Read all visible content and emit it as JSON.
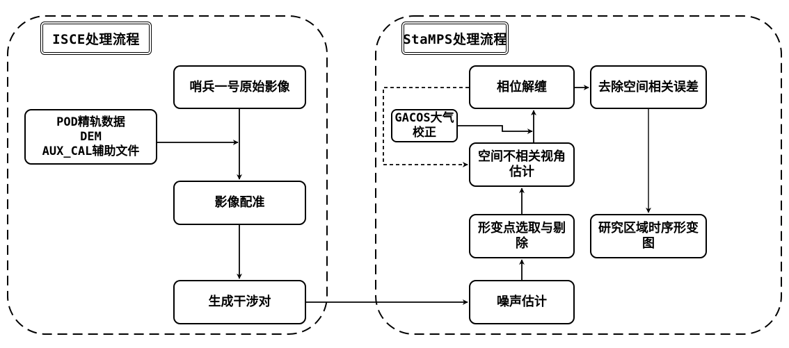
{
  "groups": [
    {
      "title": "ISCE处理流程"
    },
    {
      "title": "StaMPS处理流程"
    }
  ],
  "nodes": {
    "sentinel_raw": "哨兵一号原始影像",
    "aux_lines": [
      "POD精轨数据",
      "DEM",
      "AUX_CAL辅助文件"
    ],
    "coregistration": "影像配准",
    "interferograms": "生成干涉对",
    "noise_estimation": "噪声估计",
    "ps_selection": "形变点选取与剔除",
    "uncorrelated_look_angle": "空间不相关视角估计",
    "gacos": "GACOS大气校正",
    "phase_unwrapping": "相位解缠",
    "remove_correlated_error": "去除空间相关误差",
    "deformation_map": "研究区域时序形变图"
  },
  "edges": [
    {
      "from": "sentinel_raw",
      "to": "coregistration",
      "style": "solid"
    },
    {
      "from": "aux_lines",
      "to": "coregistration",
      "style": "solid"
    },
    {
      "from": "coregistration",
      "to": "interferograms",
      "style": "solid"
    },
    {
      "from": "interferograms",
      "to": "noise_estimation",
      "style": "solid"
    },
    {
      "from": "noise_estimation",
      "to": "ps_selection",
      "style": "solid"
    },
    {
      "from": "ps_selection",
      "to": "uncorrelated_look_angle",
      "style": "solid"
    },
    {
      "from": "uncorrelated_look_angle",
      "to": "phase_unwrapping",
      "style": "solid"
    },
    {
      "from": "gacos",
      "to": "phase_unwrapping",
      "style": "solid"
    },
    {
      "from": "phase_unwrapping",
      "to": "uncorrelated_look_angle",
      "style": "dashed"
    },
    {
      "from": "phase_unwrapping",
      "to": "remove_correlated_error",
      "style": "solid"
    },
    {
      "from": "remove_correlated_error",
      "to": "deformation_map",
      "style": "solid"
    }
  ]
}
